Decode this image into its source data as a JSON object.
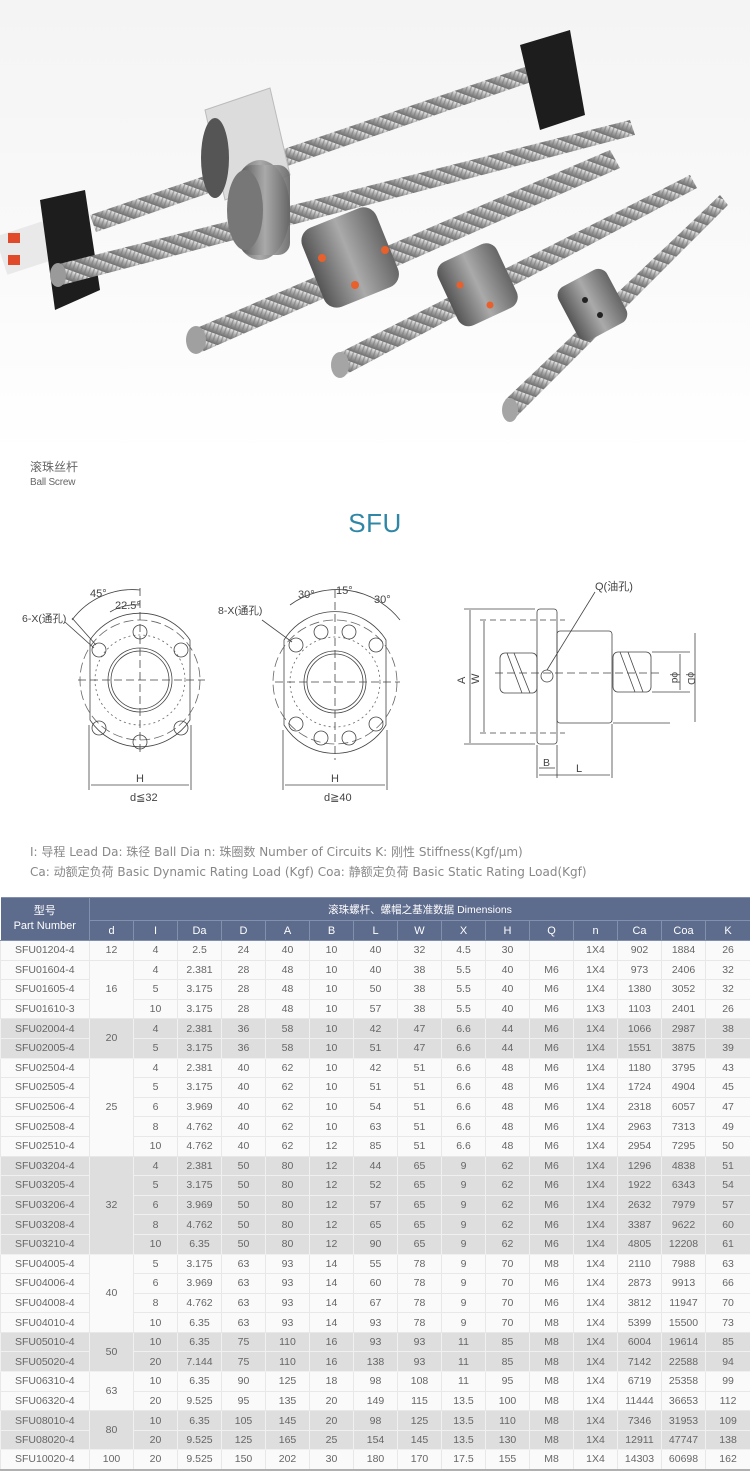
{
  "hero": {
    "image_alt": "Ball screws with flange nuts and support blocks",
    "caption_cn": "滚珠丝杆",
    "caption_en": "Ball Screw"
  },
  "title": "SFU",
  "colors": {
    "title": "#2f87a6",
    "table_header": "#5d6b8d",
    "row_gray": "#dedede",
    "row_white": "#fafafa"
  },
  "drawings": {
    "left": {
      "angle_outer": "45°",
      "angle_inner": "22.5°",
      "hole_label": "6-X(通孔)",
      "width_label": "H",
      "condition": "d≦32"
    },
    "middle": {
      "angle_left": "30°",
      "angle_center": "15°",
      "angle_right": "30°",
      "hole_label": "8-X(通孔)",
      "width_label": "H",
      "condition": "d≧40"
    },
    "right": {
      "oil_hole": "Q(油孔)",
      "label_A": "A",
      "label_W": "W",
      "label_B": "B",
      "label_L": "L",
      "label_d": "ϕd",
      "label_D": "ϕD"
    }
  },
  "legend": {
    "line1": "I: 导程  Lead   Da: 珠径 Ball Dia   n: 珠圈数 Number of Circuits   K: 刚性 Stiffness(Kgf/μm)",
    "line2": "Ca: 动额定负荷 Basic Dynamic Rating Load (Kgf)    Coa: 静额定负荷 Basic Static Rating Load(Kgf)"
  },
  "table": {
    "header": {
      "part_cn": "型号",
      "part_en": "Part Number",
      "group": "滚珠螺杆、螺帽之基准数据 Dimensions",
      "columns": [
        "d",
        "I",
        "Da",
        "D",
        "A",
        "B",
        "L",
        "W",
        "X",
        "H",
        "Q",
        "n",
        "Ca",
        "Coa",
        "K"
      ]
    },
    "groups": [
      {
        "d": "12",
        "shade": "w",
        "rows": [
          [
            "SFU01204-4",
            "4",
            "2.5",
            "24",
            "40",
            "10",
            "40",
            "32",
            "4.5",
            "30",
            "",
            "1X4",
            "902",
            "1884",
            "26"
          ]
        ]
      },
      {
        "d": "16",
        "shade": "w",
        "rows": [
          [
            "SFU01604-4",
            "4",
            "2.381",
            "28",
            "48",
            "10",
            "40",
            "38",
            "5.5",
            "40",
            "M6",
            "1X4",
            "973",
            "2406",
            "32"
          ],
          [
            "SFU01605-4",
            "5",
            "3.175",
            "28",
            "48",
            "10",
            "50",
            "38",
            "5.5",
            "40",
            "M6",
            "1X4",
            "1380",
            "3052",
            "32"
          ],
          [
            "SFU01610-3",
            "10",
            "3.175",
            "28",
            "48",
            "10",
            "57",
            "38",
            "5.5",
            "40",
            "M6",
            "1X3",
            "1103",
            "2401",
            "26"
          ]
        ]
      },
      {
        "d": "20",
        "shade": "g",
        "rows": [
          [
            "SFU02004-4",
            "4",
            "2.381",
            "36",
            "58",
            "10",
            "42",
            "47",
            "6.6",
            "44",
            "M6",
            "1X4",
            "1066",
            "2987",
            "38"
          ],
          [
            "SFU02005-4",
            "5",
            "3.175",
            "36",
            "58",
            "10",
            "51",
            "47",
            "6.6",
            "44",
            "M6",
            "1X4",
            "1551",
            "3875",
            "39"
          ]
        ]
      },
      {
        "d": "25",
        "shade": "w",
        "rows": [
          [
            "SFU02504-4",
            "4",
            "2.381",
            "40",
            "62",
            "10",
            "42",
            "51",
            "6.6",
            "48",
            "M6",
            "1X4",
            "1180",
            "3795",
            "43"
          ],
          [
            "SFU02505-4",
            "5",
            "3.175",
            "40",
            "62",
            "10",
            "51",
            "51",
            "6.6",
            "48",
            "M6",
            "1X4",
            "1724",
            "4904",
            "45"
          ],
          [
            "SFU02506-4",
            "6",
            "3.969",
            "40",
            "62",
            "10",
            "54",
            "51",
            "6.6",
            "48",
            "M6",
            "1X4",
            "2318",
            "6057",
            "47"
          ],
          [
            "SFU02508-4",
            "8",
            "4.762",
            "40",
            "62",
            "10",
            "63",
            "51",
            "6.6",
            "48",
            "M6",
            "1X4",
            "2963",
            "7313",
            "49"
          ],
          [
            "SFU02510-4",
            "10",
            "4.762",
            "40",
            "62",
            "12",
            "85",
            "51",
            "6.6",
            "48",
            "M6",
            "1X4",
            "2954",
            "7295",
            "50"
          ]
        ]
      },
      {
        "d": "32",
        "shade": "g",
        "rows": [
          [
            "SFU03204-4",
            "4",
            "2.381",
            "50",
            "80",
            "12",
            "44",
            "65",
            "9",
            "62",
            "M6",
            "1X4",
            "1296",
            "4838",
            "51"
          ],
          [
            "SFU03205-4",
            "5",
            "3.175",
            "50",
            "80",
            "12",
            "52",
            "65",
            "9",
            "62",
            "M6",
            "1X4",
            "1922",
            "6343",
            "54"
          ],
          [
            "SFU03206-4",
            "6",
            "3.969",
            "50",
            "80",
            "12",
            "57",
            "65",
            "9",
            "62",
            "M6",
            "1X4",
            "2632",
            "7979",
            "57"
          ],
          [
            "SFU03208-4",
            "8",
            "4.762",
            "50",
            "80",
            "12",
            "65",
            "65",
            "9",
            "62",
            "M6",
            "1X4",
            "3387",
            "9622",
            "60"
          ],
          [
            "SFU03210-4",
            "10",
            "6.35",
            "50",
            "80",
            "12",
            "90",
            "65",
            "9",
            "62",
            "M6",
            "1X4",
            "4805",
            "12208",
            "61"
          ]
        ]
      },
      {
        "d": "40",
        "shade": "w",
        "rows": [
          [
            "SFU04005-4",
            "5",
            "3.175",
            "63",
            "93",
            "14",
            "55",
            "78",
            "9",
            "70",
            "M8",
            "1X4",
            "2110",
            "7988",
            "63"
          ],
          [
            "SFU04006-4",
            "6",
            "3.969",
            "63",
            "93",
            "14",
            "60",
            "78",
            "9",
            "70",
            "M6",
            "1X4",
            "2873",
            "9913",
            "66"
          ],
          [
            "SFU04008-4",
            "8",
            "4.762",
            "63",
            "93",
            "14",
            "67",
            "78",
            "9",
            "70",
            "M6",
            "1X4",
            "3812",
            "11947",
            "70"
          ],
          [
            "SFU04010-4",
            "10",
            "6.35",
            "63",
            "93",
            "14",
            "93",
            "78",
            "9",
            "70",
            "M8",
            "1X4",
            "5399",
            "15500",
            "73"
          ]
        ]
      },
      {
        "d": "50",
        "shade": "g",
        "rows": [
          [
            "SFU05010-4",
            "10",
            "6.35",
            "75",
            "110",
            "16",
            "93",
            "93",
            "11",
            "85",
            "M8",
            "1X4",
            "6004",
            "19614",
            "85"
          ],
          [
            "SFU05020-4",
            "20",
            "7.144",
            "75",
            "110",
            "16",
            "138",
            "93",
            "11",
            "85",
            "M8",
            "1X4",
            "7142",
            "22588",
            "94"
          ]
        ]
      },
      {
        "d": "63",
        "shade": "w",
        "rows": [
          [
            "SFU06310-4",
            "10",
            "6.35",
            "90",
            "125",
            "18",
            "98",
            "108",
            "11",
            "95",
            "M8",
            "1X4",
            "6719",
            "25358",
            "99"
          ],
          [
            "SFU06320-4",
            "20",
            "9.525",
            "95",
            "135",
            "20",
            "149",
            "115",
            "13.5",
            "100",
            "M8",
            "1X4",
            "11444",
            "36653",
            "112"
          ]
        ]
      },
      {
        "d": "80",
        "shade": "g",
        "rows": [
          [
            "SFU08010-4",
            "10",
            "6.35",
            "105",
            "145",
            "20",
            "98",
            "125",
            "13.5",
            "110",
            "M8",
            "1X4",
            "7346",
            "31953",
            "109"
          ],
          [
            "SFU08020-4",
            "20",
            "9.525",
            "125",
            "165",
            "25",
            "154",
            "145",
            "13.5",
            "130",
            "M8",
            "1X4",
            "12911",
            "47747",
            "138"
          ]
        ]
      },
      {
        "d": "100",
        "shade": "w",
        "rows": [
          [
            "SFU10020-4",
            "20",
            "9.525",
            "150",
            "202",
            "30",
            "180",
            "170",
            "17.5",
            "155",
            "M8",
            "1X4",
            "14303",
            "60698",
            "162"
          ]
        ]
      }
    ]
  }
}
